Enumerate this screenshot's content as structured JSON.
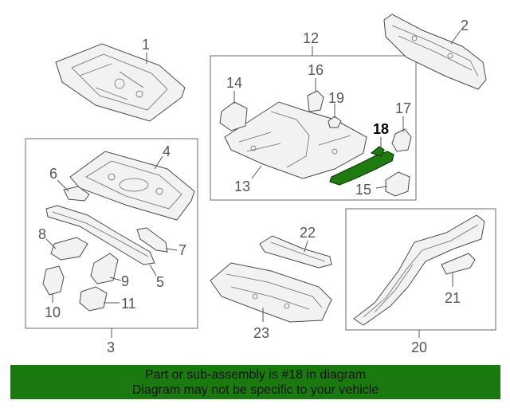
{
  "callouts": {
    "c1": "1",
    "c2": "2",
    "c3": "3",
    "c4": "4",
    "c5": "5",
    "c6": "6",
    "c7": "7",
    "c8": "8",
    "c9": "9",
    "c10": "10",
    "c11": "11",
    "c12": "12",
    "c13": "13",
    "c14": "14",
    "c15": "15",
    "c16": "16",
    "c17": "17",
    "c18": "18",
    "c19": "19",
    "c20": "20",
    "c21": "21",
    "c22": "22",
    "c23": "23"
  },
  "highlighted_part": "18",
  "banner": {
    "line1": "Part or sub-assembly is #18 in diagram",
    "line2": "Diagram may not be specific to your vehicle"
  },
  "colors": {
    "banner_background": "#1a7a10",
    "highlight_part": "#1f7a10",
    "group_box": "#9a9a9a"
  }
}
